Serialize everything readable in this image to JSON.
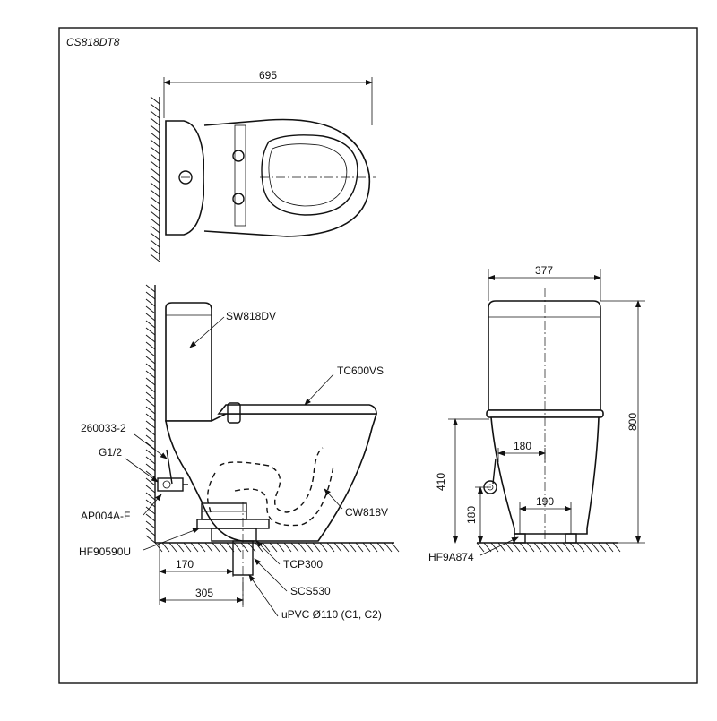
{
  "model": "CS818DT8",
  "dimensions": {
    "top_width": "695",
    "side_width": "377",
    "height": "800",
    "inner_180_top": "180",
    "foot_spacing": "190",
    "inlet_height": "410",
    "foot_height": "180",
    "wall_to_outlet": "170",
    "wall_to_center": "305"
  },
  "labels": {
    "tank": "SW818DV",
    "seat": "TC600VS",
    "valve": "260033-2",
    "thread": "G1/2",
    "stop": "AP004A-F",
    "flange": "HF90590U",
    "bowl": "CW818V",
    "connector": "TCP300",
    "pipe_kit": "SCS530",
    "drain": "uPVC Ø110 (C1, C2)",
    "floor_kit": "HF9A874"
  }
}
